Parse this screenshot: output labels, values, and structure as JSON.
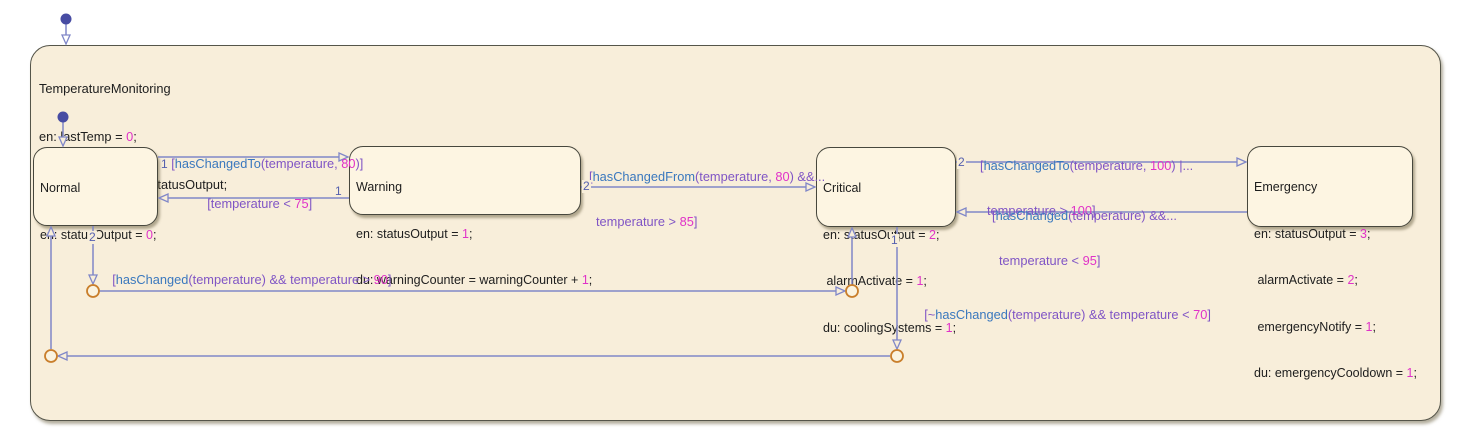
{
  "colors": {
    "canvas_bg": "#ffffff",
    "outer_state_fill": "#f8eeda",
    "state_fill": "#fdf5e2",
    "state_border": "#47473d",
    "transition_line": "#8087c8",
    "default_transition_dot": "#474ca3",
    "junction_border": "#c97e2b",
    "label_purple": "#8055c5",
    "label_function_blue": "#3a78be",
    "label_number_magenta": "#e032c8",
    "state_text": "#1d1d1d",
    "order_number_color": "#5560ae"
  },
  "outer_state": {
    "title": "TemperatureMonitoring",
    "entry": {
      "pre": "en: lastTemp = ",
      "num": "0",
      "post": ";"
    },
    "during": "du: currentStatus = statusOutput;"
  },
  "states": {
    "normal": {
      "title": "Normal",
      "lines": [
        {
          "pre": "en: statusOutput = ",
          "num": "0",
          "post": ";"
        }
      ]
    },
    "warning": {
      "title": "Warning",
      "lines": [
        {
          "pre": "en: statusOutput = ",
          "num": "1",
          "post": ";"
        },
        {
          "pre": "du: warningCounter = warningCounter + ",
          "num": "1",
          "post": ";"
        }
      ]
    },
    "critical": {
      "title": "Critical",
      "lines": [
        {
          "pre": "en: statusOutput = ",
          "num": "2",
          "post": ";"
        },
        {
          "pre": " alarmActivate = ",
          "num": "1",
          "post": ";"
        },
        {
          "pre": "du: coolingSystems = ",
          "num": "1",
          "post": ";"
        }
      ]
    },
    "emergency": {
      "title": "Emergency",
      "lines": [
        {
          "pre": "en: statusOutput = ",
          "num": "3",
          "post": ";"
        },
        {
          "pre": " alarmActivate = ",
          "num": "2",
          "post": ";"
        },
        {
          "pre": " emergencyNotify = ",
          "num": "1",
          "post": ";"
        },
        {
          "pre": "du: emergencyCooldown = ",
          "num": "1",
          "post": ";"
        }
      ]
    }
  },
  "transitions": {
    "normal_to_warning": {
      "order": "1",
      "line1": {
        "open": "[",
        "fn": "hasChangedTo",
        "mid": "(temperature, ",
        "num": "80",
        "close": ")]"
      }
    },
    "warning_to_normal": {
      "order": "1",
      "line1": {
        "open": "[temperature < ",
        "num": "75",
        "close": "]"
      }
    },
    "warning_to_critical": {
      "order": "2",
      "line1": {
        "open": "[",
        "fn": "hasChangedFrom",
        "mid": "(temperature, ",
        "num": "80",
        "close": ") &&..."
      },
      "line2": {
        "open": "temperature > ",
        "num": "85",
        "close": "]"
      }
    },
    "critical_to_emergency": {
      "order": "2",
      "line1": {
        "open": "[",
        "fn": "hasChangedTo",
        "mid": "(temperature, ",
        "num": "100",
        "close": ") |..."
      },
      "line2": {
        "open": "temperature > ",
        "num": "100",
        "close": "]"
      }
    },
    "emergency_to_critical": {
      "line1": {
        "open": "[",
        "fn": "hasChanged",
        "mid": "(temperature) &&..."
      },
      "line2": {
        "open": "temperature < ",
        "num": "95",
        "close": "]"
      }
    },
    "normal_to_critical": {
      "order": "2",
      "line1": {
        "open": "[",
        "fn": "hasChanged",
        "mid": "(temperature) && temperature > ",
        "num": "90",
        "close": "]"
      }
    },
    "critical_to_normal": {
      "order": "1",
      "line1": {
        "open": "[~",
        "fn": "hasChanged",
        "mid": "(temperature) && temperature < ",
        "num": "70",
        "close": "]"
      }
    }
  }
}
